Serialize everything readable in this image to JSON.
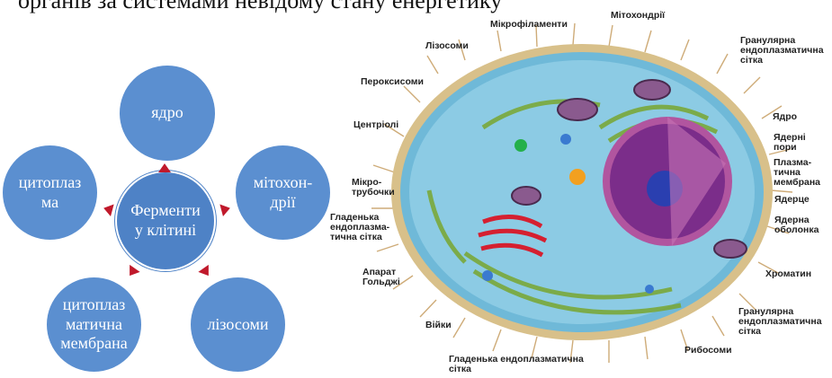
{
  "top_text": "органів за системами невідому стану енергетику",
  "cycle": {
    "center": "Ферменти у клітині",
    "nodes": [
      "ядро",
      "мітохон-дрії",
      "лізосоми",
      "цитоплаз матична мембрана",
      "цитоплаз ма"
    ]
  },
  "cell_labels": {
    "microfilaments": "Мікрофіламенти",
    "mitochondria": "Мітохондрії",
    "lysosomes": "Лізосоми",
    "granular_er_top": "Гранулярна ендоплазматична сітка",
    "peroxisomes": "Пероксисоми",
    "nucleus": "Ядро",
    "centrioles": "Центріолі",
    "nuclear_pores": "Ядерні пори",
    "plasma_membrane": "Плазма-тична мембрана",
    "microtubules": "Мікро-трубочки",
    "nucleolus": "Ядерце",
    "smooth_er_left": "Гладенька ендоплазма-тична сітка",
    "nuclear_envelope": "Ядерна оболонка",
    "golgi": "Апарат Гольджі",
    "chromatin": "Хроматин",
    "cilia": "Війки",
    "granular_er_bottom": "Гранулярна ендоплазматична сітка",
    "ribosomes": "Рибосоми",
    "smooth_er_bottom": "Гладенька ендоплазматична сітка"
  }
}
